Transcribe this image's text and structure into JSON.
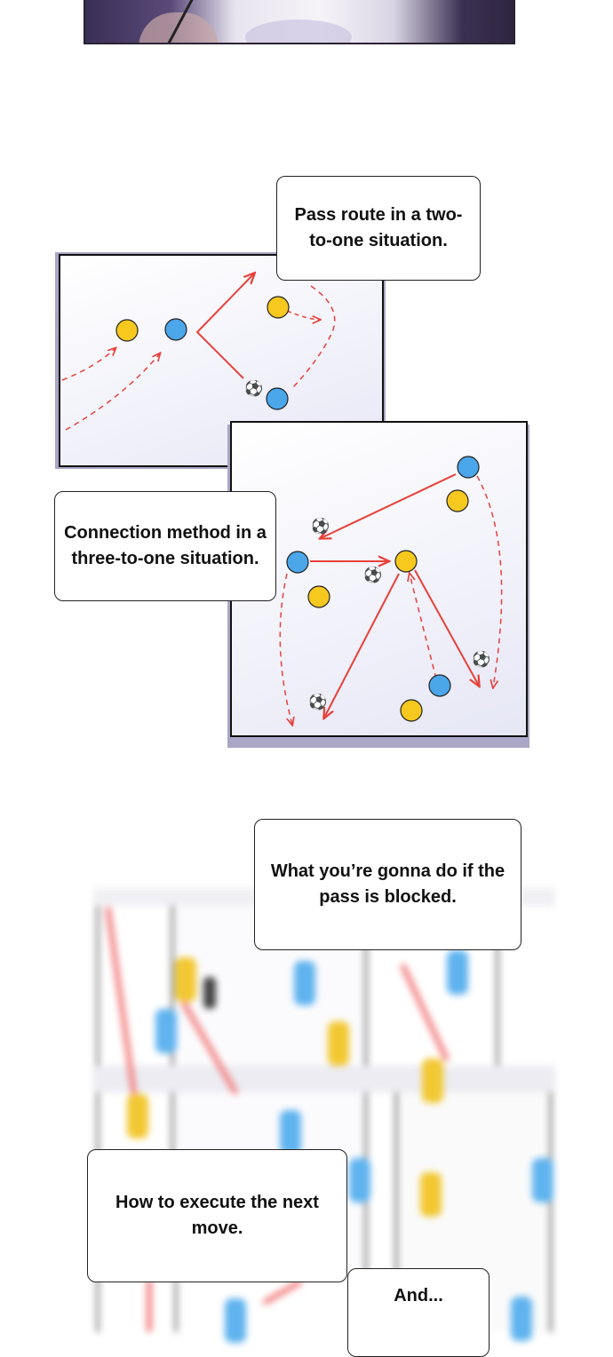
{
  "captions": {
    "pass_route": "Pass route in a two-to-one situation.",
    "connection_method": "Connection method in a three-to-one situation.",
    "pass_blocked": "What you’re gonna do if the pass is blocked.",
    "next_move": "How to execute the next move.",
    "and": "And..."
  },
  "colors": {
    "team_yellow": "#f7c81e",
    "team_blue": "#4ba6ea",
    "route_red": "#e8413a",
    "panel_shadow": "#a9a6c6"
  },
  "icons": {
    "player_yellow": "yellow-player-icon",
    "player_blue": "blue-player-icon",
    "ball": "soccer-ball-icon"
  }
}
